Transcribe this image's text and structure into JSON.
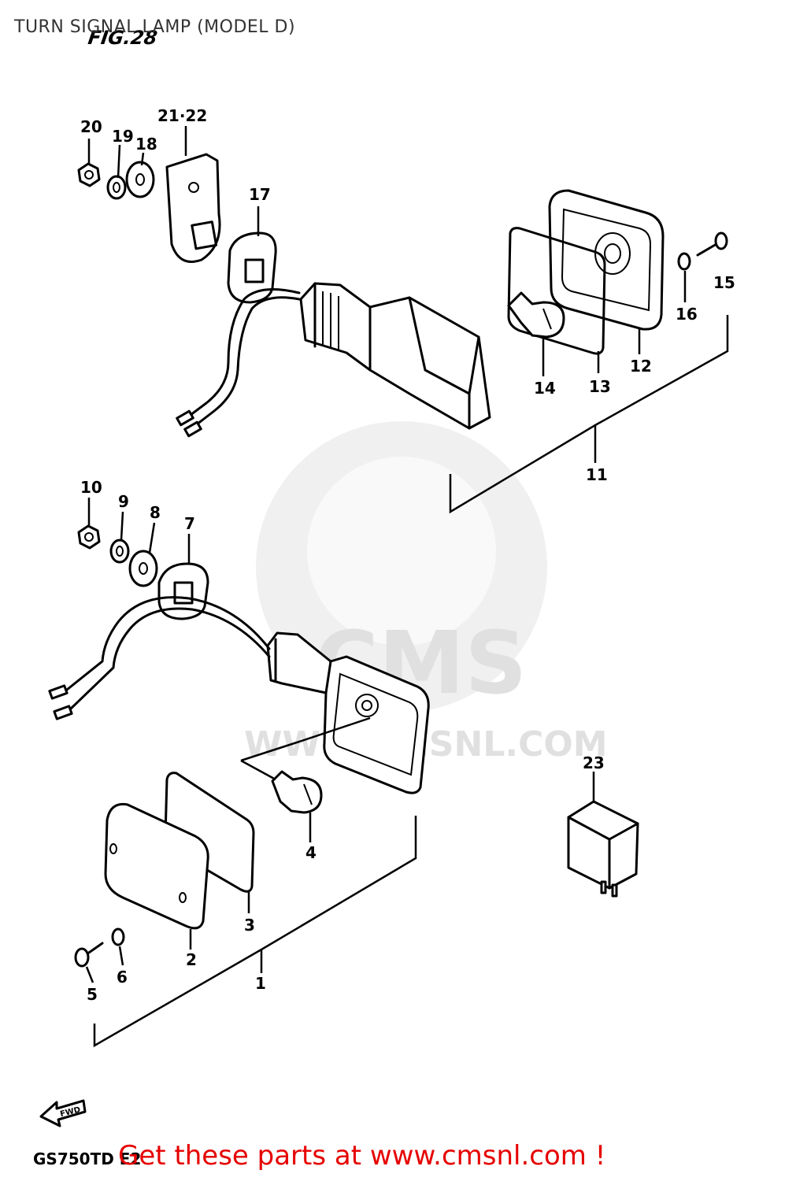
{
  "header": {
    "title": "TURN SIGNAL LAMP (MODEL D)",
    "figure": "FIG.28"
  },
  "footer": {
    "model_code": "GS750TD E2",
    "promo": "Get these parts at www.cmsnl.com !"
  },
  "watermark": {
    "brand": "CMS",
    "url": "WWW.CMSNL.COM"
  },
  "arrow_label": "FWD",
  "callouts": {
    "c1": "1",
    "c2": "2",
    "c3": "3",
    "c4": "4",
    "c5": "5",
    "c6": "6",
    "c7": "7",
    "c8": "8",
    "c9": "9",
    "c10": "10",
    "c11": "11",
    "c12": "12",
    "c13": "13",
    "c14": "14",
    "c15": "15",
    "c16": "16",
    "c17": "17",
    "c18": "18",
    "c19": "19",
    "c20": "20",
    "c2122": "21·22",
    "c23": "23"
  },
  "colors": {
    "promo": "#e60000",
    "line": "#000000",
    "watermark": "#e0e0e0"
  }
}
